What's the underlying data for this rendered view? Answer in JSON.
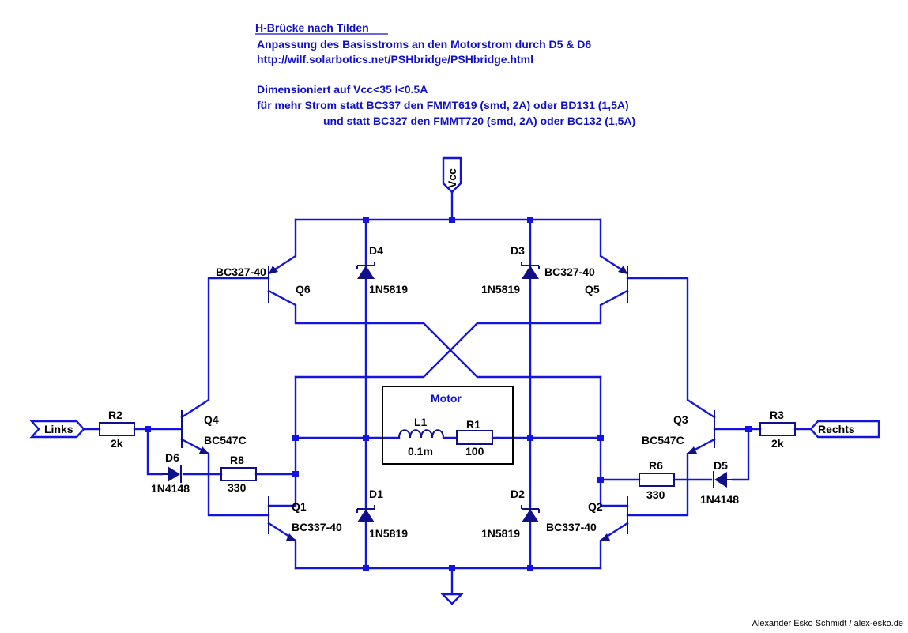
{
  "header": {
    "title": "H-Brücke nach Tilden",
    "line2": "Anpassung des Basisstroms an den Motorstrom durch D5 & D6",
    "line3": "http://wilf.solarbotics.net/PSHbridge/PSHbridge.html",
    "line4": "Dimensioniert auf Vcc<35  I<0.5A",
    "line5": "für mehr Strom statt BC337 den FMMT619 (smd, 2A) oder BD131 (1,5A)",
    "line6": "und statt BC327 den FMMT720 (smd, 2A) oder BC132 (1,5A)"
  },
  "ports": {
    "vcc": "Vcc",
    "links": "Links",
    "rechts": "Rechts"
  },
  "motor": {
    "title": "Motor"
  },
  "components": {
    "L1": {
      "ref": "L1",
      "value": "0.1m"
    },
    "R1": {
      "ref": "R1",
      "value": "100"
    },
    "R2": {
      "ref": "R2",
      "value": "2k"
    },
    "R3": {
      "ref": "R3",
      "value": "2k"
    },
    "R6": {
      "ref": "R6",
      "value": "330"
    },
    "R8": {
      "ref": "R8",
      "value": "330"
    },
    "D1": {
      "ref": "D1",
      "value": "1N5819"
    },
    "D2": {
      "ref": "D2",
      "value": "1N5819"
    },
    "D3": {
      "ref": "D3",
      "value": "1N5819"
    },
    "D4": {
      "ref": "D4",
      "value": "1N5819"
    },
    "D5": {
      "ref": "D5",
      "value": "1N4148"
    },
    "D6": {
      "ref": "D6",
      "value": "1N4148"
    },
    "Q1": {
      "ref": "Q1",
      "value": "BC337-40"
    },
    "Q2": {
      "ref": "Q2",
      "value": "BC337-40"
    },
    "Q3": {
      "ref": "Q3",
      "value": "BC547C"
    },
    "Q4": {
      "ref": "Q4",
      "value": "BC547C"
    },
    "Q5": {
      "ref": "Q5",
      "value": "BC327-40"
    },
    "Q6": {
      "ref": "Q6",
      "value": "BC327-40"
    }
  },
  "footer": {
    "credit": "Alexander Esko Schmidt / alex-esko.de"
  }
}
